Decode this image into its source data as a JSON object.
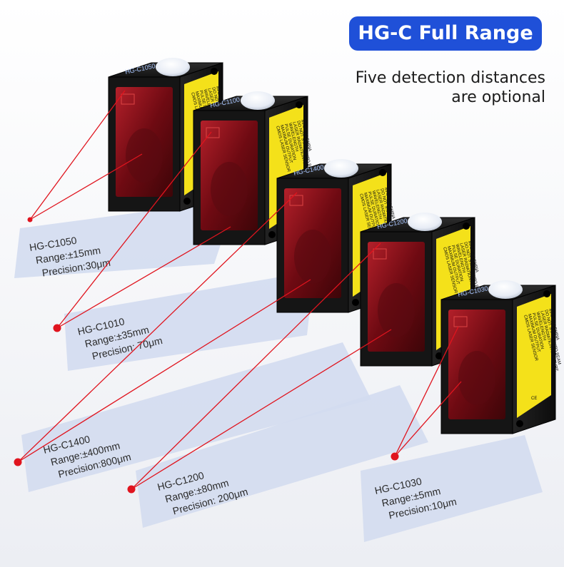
{
  "header": {
    "title": "HG-C Full Range",
    "subtitle_line1": "Five detection distances",
    "subtitle_line2": "are optional"
  },
  "colors": {
    "badge_blue": "#1f50d8",
    "sensor_black": "#151515",
    "label_yellow": "#f4e11a",
    "lens_red": "#8e1018",
    "laser_red": "#e0141e",
    "floor_card": "#cfd9ee"
  },
  "sensors": [
    {
      "model": "HG-C1050",
      "range": "Range:±15mm",
      "precision": "Precision:30μm",
      "lens_model": "HG-C1050"
    },
    {
      "model": "HG-C1010",
      "range": "Range:±35mm",
      "precision": "Precision: 70μm",
      "lens_model": "HG-C1100"
    },
    {
      "model": "HG-C1400",
      "range": "Range:±400mm",
      "precision": "Precision:800μm",
      "lens_model": "HG-C1400"
    },
    {
      "model": "HG-C1200",
      "range": "Range:±80mm",
      "precision": "Precision: 200μm",
      "lens_model": "HG-C1200"
    },
    {
      "model": "HG-C1030",
      "range": "Range:±5mm",
      "precision": "Precision:10μm",
      "lens_model": "HG-C1030"
    }
  ],
  "sticker": {
    "brand": "CMOS LASER SENSOR",
    "line1": "MAXIMUM OUTPUT",
    "line2": "PULSE DURATION",
    "line3": "WAVELENGTH",
    "warning1": "LASER RADIATION APERTURE",
    "warning2": "DO NOT STARE INTO BEAM",
    "origin": "MADE IN CHINA",
    "mark": "CE"
  }
}
